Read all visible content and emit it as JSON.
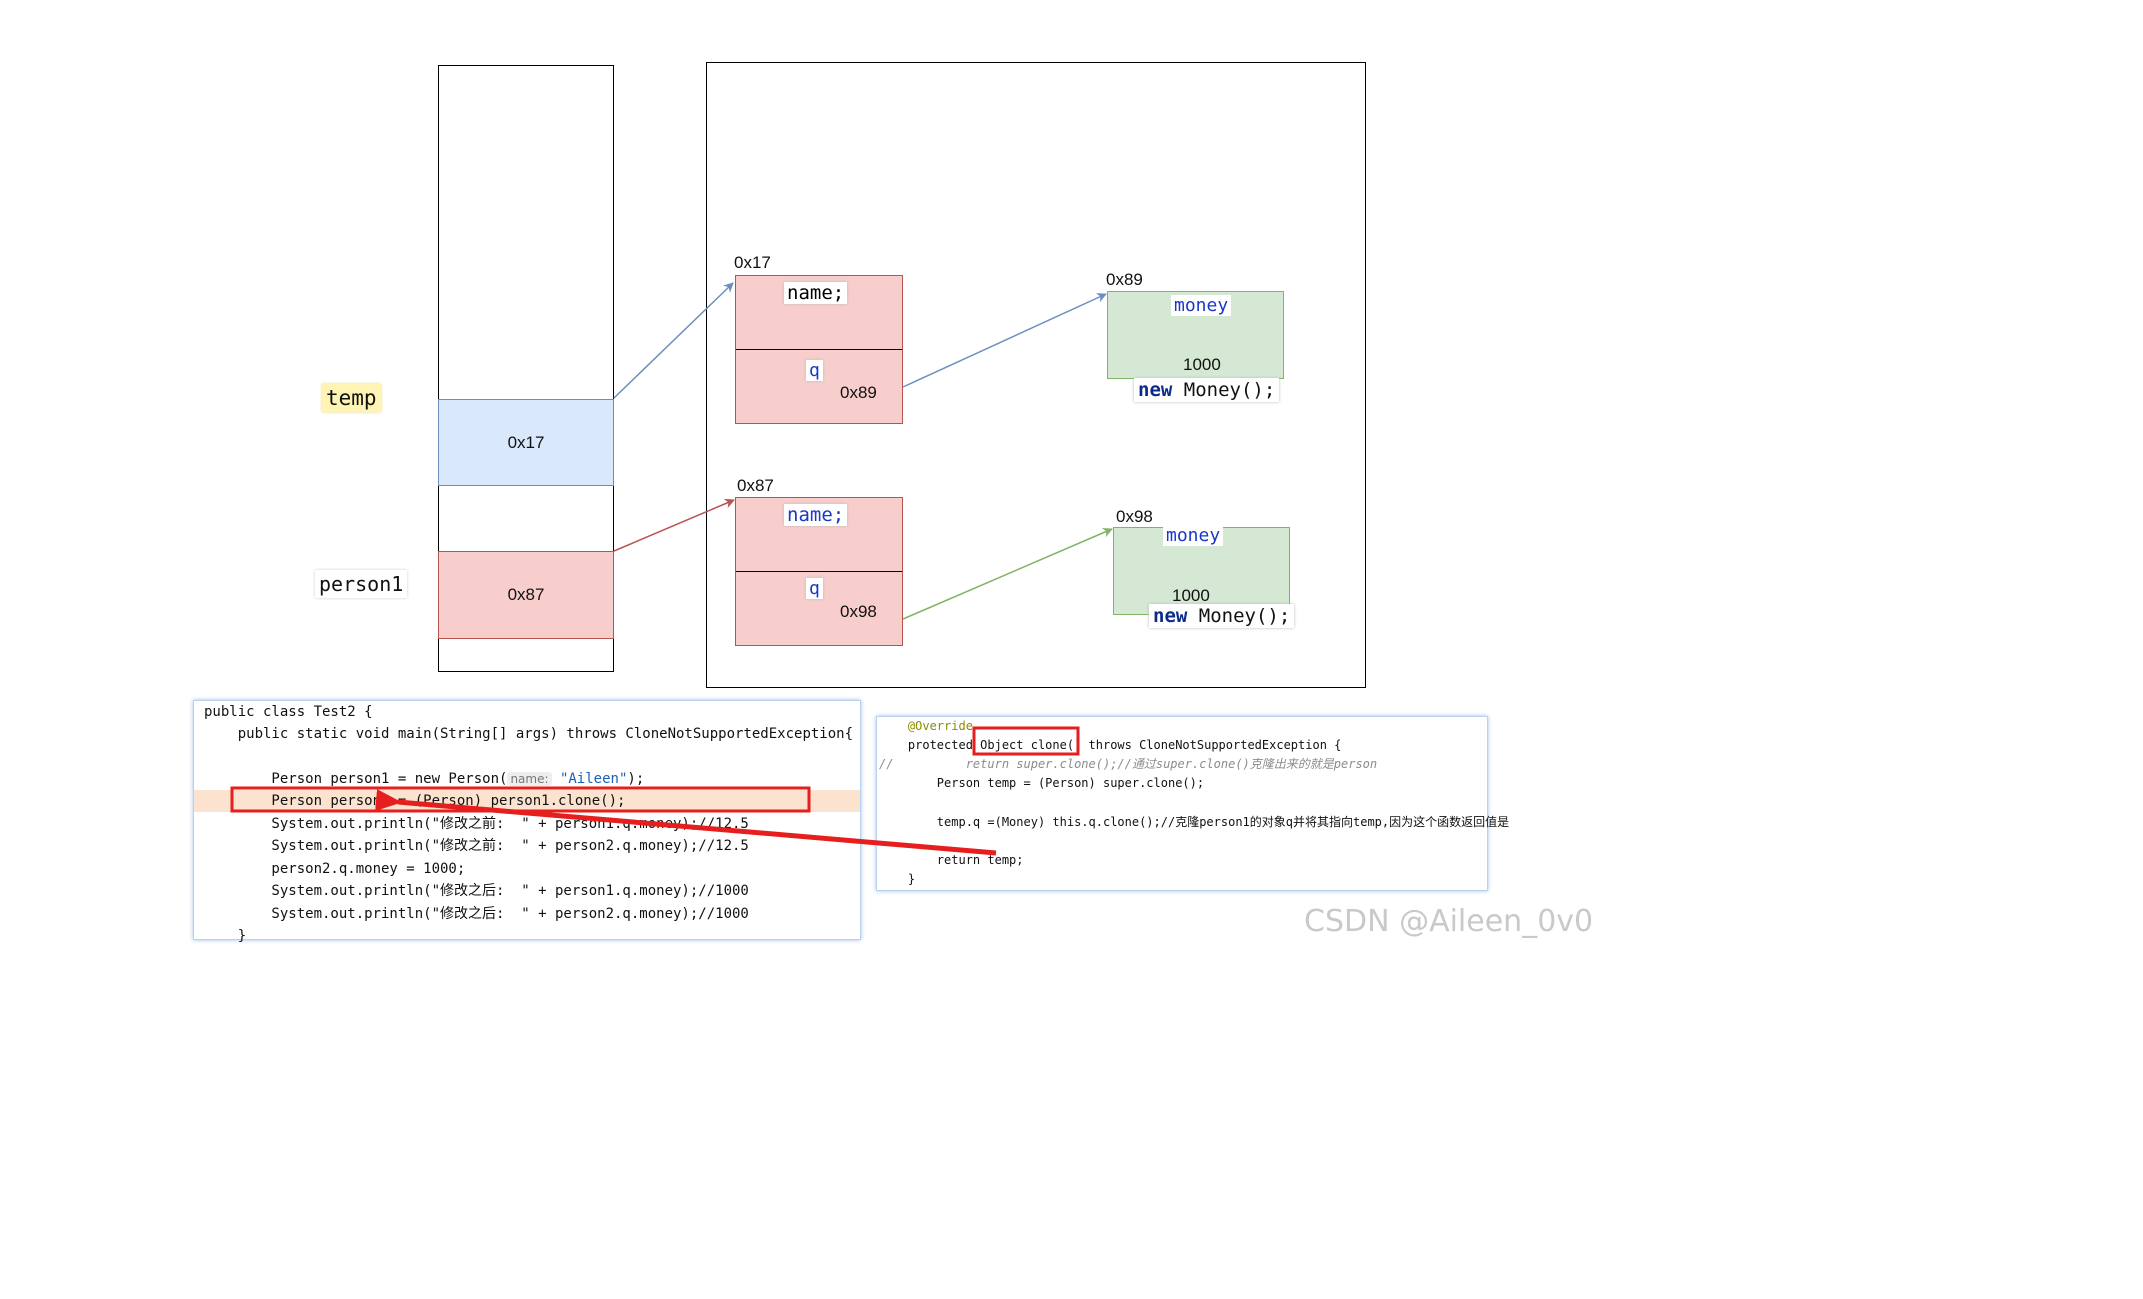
{
  "stack": {
    "temp_label": "temp",
    "person1_label": "person1",
    "temp_value": "0x17",
    "person1_value": "0x87"
  },
  "heap": {
    "person_a": {
      "address": "0x17",
      "field_name": "name;",
      "field_q": "q",
      "q_value": "0x89"
    },
    "person_b": {
      "address": "0x87",
      "field_name": "name;",
      "field_q": "q",
      "q_value": "0x98"
    },
    "money_a": {
      "address": "0x89",
      "field": "money",
      "value": "1000",
      "ctor_kw": "new",
      "ctor_rest": " Money();"
    },
    "money_b": {
      "address": "0x98",
      "field": "money",
      "value": "1000",
      "ctor_kw": "new",
      "ctor_rest": " Money();"
    }
  },
  "code_left": {
    "line1": "public class Test2 {",
    "line2": "    public static void main(String[] args) throws CloneNotSupportedException{",
    "line4_pre": "        Person person1 = new Person(",
    "line4_hint": "name:",
    "line4_str": "\"Aileen\"",
    "line4_post": ");",
    "line5": "        Person person2 = (Person) person1.clone();",
    "line6": "        System.out.println(\"修改之前:  \" + person1.q.money);//12.5",
    "line7": "        System.out.println(\"修改之前:  \" + person2.q.money);//12.5",
    "line8": "        person2.q.money = 1000;",
    "line9": "        System.out.println(\"修改之后:  \" + person1.q.money);//1000",
    "line10": "        System.out.println(\"修改之后:  \" + person2.q.money);//1000",
    "line11": "    }"
  },
  "code_right": {
    "line1": "    @Override",
    "line2": "    protected Object clone() throws CloneNotSupportedException {",
    "line3": "//          return super.clone();//通过super.clone()克隆出来的就是person",
    "line4": "        Person temp = (Person) super.clone();",
    "line6": "        temp.q =(Money) this.q.clone();//克隆person1的对象q并将其指向temp,因为这个函数返回值是",
    "line8": "        return temp;",
    "line9": "    }"
  },
  "watermark": "CSDN @Aileen_0v0",
  "colors": {
    "stack_temp_fill": "#dae8fc",
    "person_fill": "#f8cecc",
    "money_fill": "#d5e8d4",
    "arrow_blue": "#6c8ebf",
    "arrow_red": "#b85450",
    "arrow_green": "#82b366",
    "highlight_red": "#e61e1e"
  }
}
